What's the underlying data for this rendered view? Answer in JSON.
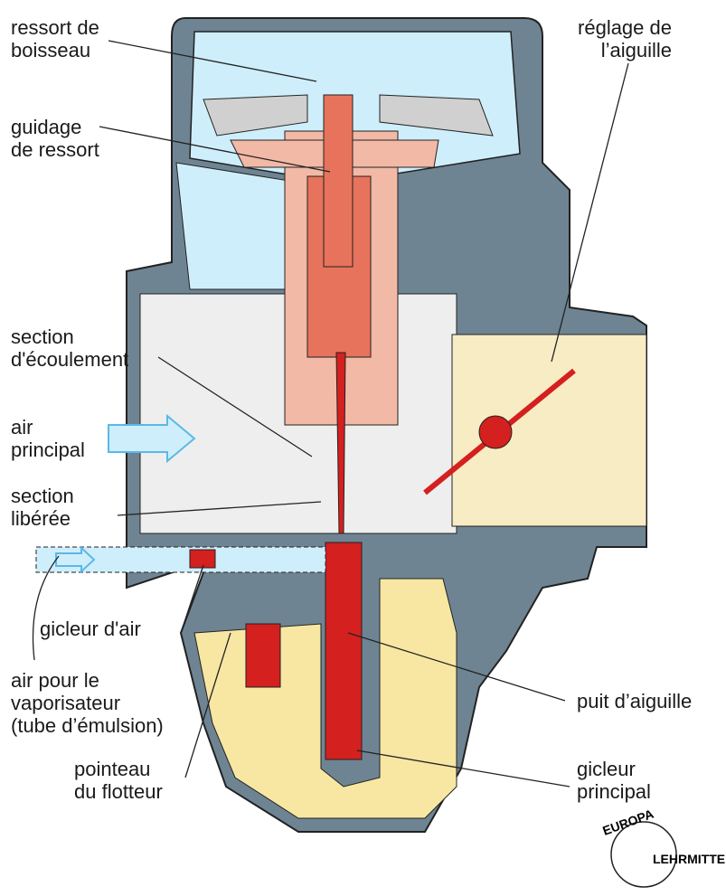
{
  "labels": {
    "ressort_boisseau": "ressort de\nboisseau",
    "reglage_aiguille": "réglage de\nl’aiguille",
    "guidage_ressort": "guidage\nde ressort",
    "section_ecoulement": "section\nd'écoulement",
    "air_principal": "air\nprincipal",
    "section_liberee": "section\nlibérée",
    "gicleur_air": "gicleur d'air",
    "air_vaporisateur": "air pour le\nvaporisateur\n(tube d’émulsion)",
    "puit_aiguille": "puit d’aiguille",
    "pointeau_flotteur": "pointeau\ndu flotteur",
    "gicleur_principal": "gicleur\nprincipal"
  },
  "logo": {
    "top": "EUROPA",
    "bottom": "LEHRMITTEL"
  },
  "colors": {
    "body": "#6f8492",
    "air": "#cfeefb",
    "fuel": "#f7e7a3",
    "needle": "#d4201f",
    "slide": "#e7735c",
    "slide_light": "#f2b9a6",
    "cap": "#d0d0d0",
    "passage": "#eeeeee"
  }
}
